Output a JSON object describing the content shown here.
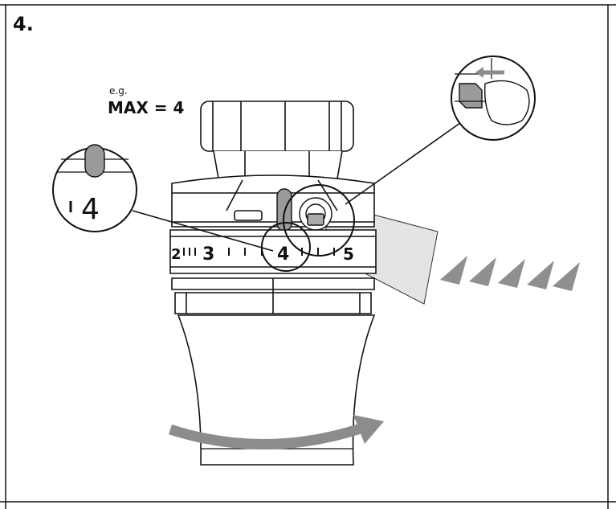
{
  "step": {
    "number": "4."
  },
  "caption": {
    "eg": "e.g.",
    "max_setting": "MAX = 4"
  },
  "dial": {
    "scale_labels": [
      "2",
      "3",
      "4",
      "5"
    ],
    "zoom_label": "4"
  },
  "colors": {
    "line": "#111111",
    "arrow_gray": "#8c8c8c",
    "indicator_gray": "#9a9a9a",
    "beam_gray": "#e3e3e3"
  },
  "icons": [
    "rotate-arrow-icon",
    "slide-left-arrow-icon",
    "direction-chevrons-icon"
  ]
}
